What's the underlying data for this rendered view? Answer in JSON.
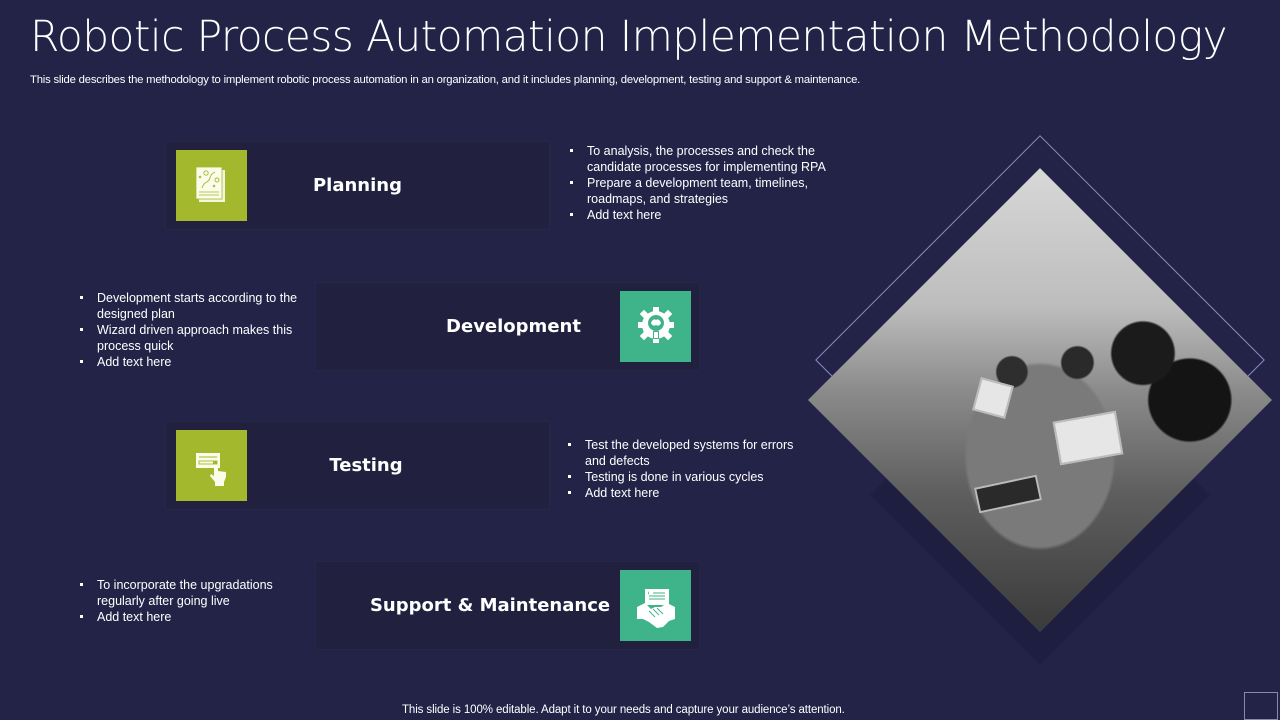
{
  "slide": {
    "title": "Robotic Process Automation Implementation Methodology",
    "subtitle": "This slide describes the methodology to implement robotic process automation in an organization, and it includes planning, development, testing and support & maintenance.",
    "footer": "This slide is 100% editable. Adapt it to your needs and capture your audience’s attention."
  },
  "colors": {
    "background": "#232348",
    "card": "#21213f",
    "accent_green": "#a3b82c",
    "accent_teal": "#3fb389"
  },
  "steps": [
    {
      "label": "Planning",
      "icon": "strategy-document-icon",
      "bullets": [
        "To analysis, the processes and check the candidate processes for implementing RPA",
        "Prepare a development team, timelines, roadmaps, and strategies",
        "Add text here"
      ]
    },
    {
      "label": "Development",
      "icon": "gear-lightbulb-brain-icon",
      "bullets": [
        "Development starts according to the designed plan",
        "Wizard driven approach makes this process quick",
        "Add text here"
      ]
    },
    {
      "label": "Testing",
      "icon": "click-form-hand-icon",
      "bullets": [
        "Test the developed systems for errors and defects",
        "Testing is done in various cycles",
        "Add text here"
      ]
    },
    {
      "label": "Support & Maintenance",
      "icon": "handshake-contract-icon",
      "bullets": [
        "To incorporate the upgradations regularly after going live",
        "Add text here"
      ]
    }
  ],
  "image": {
    "description": "team-meeting-photo"
  }
}
